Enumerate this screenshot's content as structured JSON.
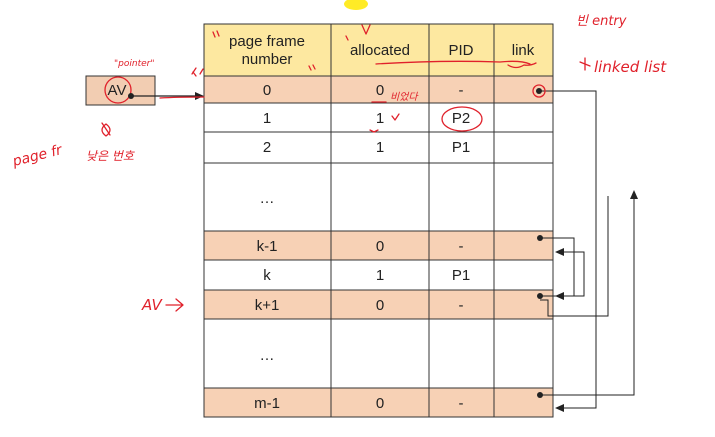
{
  "table": {
    "headers": {
      "page_frame_number": [
        "page frame",
        "number"
      ],
      "allocated": "allocated",
      "pid": "PID",
      "link": "link"
    },
    "rows": [
      {
        "frame": "0",
        "allocated": "0",
        "pid": "-",
        "free": true
      },
      {
        "frame": "1",
        "allocated": "1",
        "pid": "P2",
        "free": false
      },
      {
        "frame": "2",
        "allocated": "1",
        "pid": "P1",
        "free": false
      },
      {
        "frame": "…",
        "allocated": "",
        "pid": "",
        "free": false,
        "gap": true
      },
      {
        "frame": "k-1",
        "allocated": "0",
        "pid": "-",
        "free": true
      },
      {
        "frame": "k",
        "allocated": "1",
        "pid": "P1",
        "free": false
      },
      {
        "frame": "k+1",
        "allocated": "0",
        "pid": "-",
        "free": true
      },
      {
        "frame": "…",
        "allocated": "",
        "pid": "",
        "free": false,
        "gap": true
      },
      {
        "frame": "m-1",
        "allocated": "0",
        "pid": "-",
        "free": true
      }
    ]
  },
  "av_box": {
    "label": "AV"
  },
  "annotations": {
    "pointer_note": "\"pointer\"",
    "empty_entry": "빈 entry",
    "linked_list": "linked list",
    "page_frame_note": "page fr",
    "korean_note": "낮은 번호",
    "av_arrow_label": "AV",
    "row0_note": "비었다"
  },
  "colors": {
    "header_bg": "#fde8a0",
    "free_row_bg": "#f7d1b5",
    "used_row_bg": "#ffffff",
    "border": "#333333",
    "ink": "#e0212b",
    "av_box_bg": "#f2cdb2"
  }
}
